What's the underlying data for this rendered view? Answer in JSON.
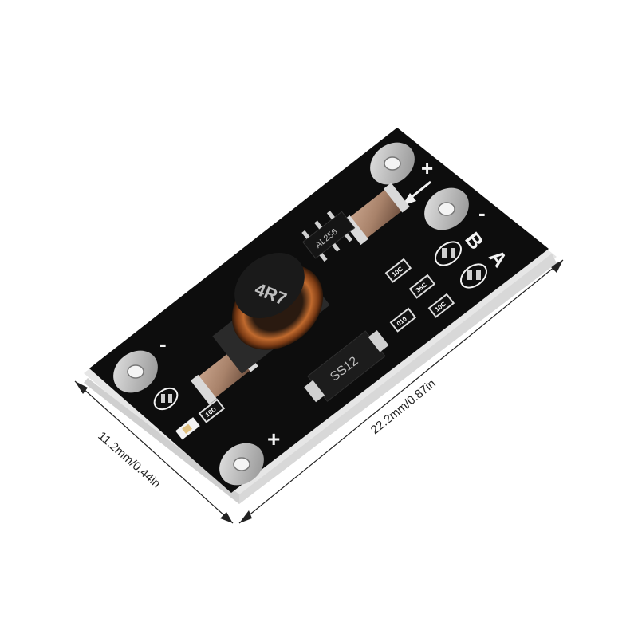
{
  "dimensions": {
    "length_label": "22.2mm/0.87in",
    "width_label": "11.2mm/0.44in"
  },
  "board": {
    "silkscreen": {
      "plus_top": "+",
      "minus_top": "-",
      "minus_left": "-",
      "plus_bottom": "+",
      "label_b": "B",
      "label_a": "A"
    },
    "inductor_marking": "4R7",
    "ic_marking": "AL256",
    "diode_marking": "SS12",
    "resistor_markings": [
      "10C",
      "36C",
      "10C",
      "010",
      "10D"
    ]
  },
  "colors": {
    "pcb": "#0d0d0d",
    "pcb_edge": "#e8e8e8",
    "pad": "#c9c9c9",
    "capacitor": "#a8826a",
    "inductor_coil": "#b8622a",
    "dimension_line": "#222222"
  }
}
